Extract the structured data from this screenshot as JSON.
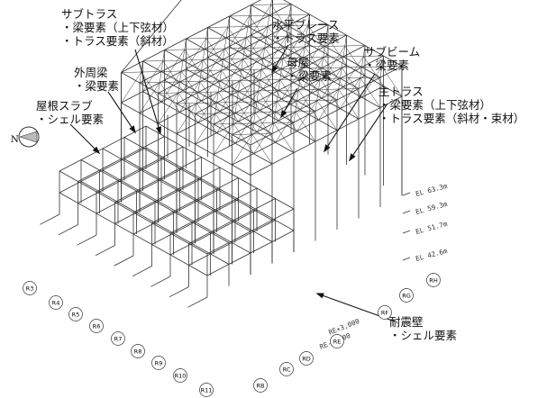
{
  "annotations": [
    {
      "key": "sub-truss",
      "lines": [
        "サブトラス",
        "・梁要素（上下弦材）",
        "・トラス要素（斜材）"
      ]
    },
    {
      "key": "horizontal-brace",
      "lines": [
        "水平ブレース",
        "・トラス要素"
      ]
    },
    {
      "key": "sub-beam",
      "lines": [
        "サブビーム",
        "・梁要素"
      ]
    },
    {
      "key": "purlin",
      "lines": [
        "母屋",
        "・梁要素"
      ]
    },
    {
      "key": "perimeter-beam",
      "lines": [
        "外周梁",
        "・梁要素"
      ]
    },
    {
      "key": "main-truss",
      "lines": [
        "主トラス",
        "・梁要素（上下弦材）",
        "・トラス要素（斜材・束材）"
      ]
    },
    {
      "key": "roof-slab",
      "lines": [
        "屋根スラブ",
        "・シェル要素"
      ]
    },
    {
      "key": "shear-wall",
      "lines": [
        "耐震壁",
        "・シェル要素"
      ]
    }
  ],
  "elevations": [
    "EL 63.3m",
    "EL 59.3m",
    "EL 51.7m",
    "EL 42.6m"
  ],
  "grid_labels_row": [
    "R3",
    "R4",
    "R5",
    "R6",
    "R7",
    "R8",
    "R9",
    "R10",
    "R11"
  ],
  "grid_labels_col": [
    "RB",
    "RC",
    "RD",
    "RE",
    "RF",
    "RG",
    "RH"
  ],
  "dimension_labels": [
    "RE+3,000",
    "RE-4,500"
  ],
  "north_label": "N",
  "colors": {
    "line": "#333333",
    "text": "#111111",
    "background": "#ffffff"
  }
}
